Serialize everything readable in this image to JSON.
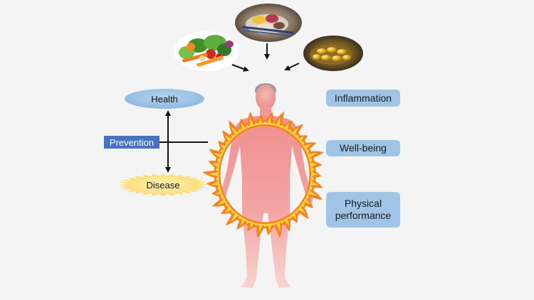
{
  "labels": {
    "health": "Health",
    "disease": "Disease",
    "prevention": "Prevention",
    "inflammation": "Inflammation",
    "wellbeing": "Well-being",
    "physical_line1": "Physical",
    "physical_line2": "performance"
  },
  "images": [
    {
      "name": "vegetables-image",
      "depicts": "vegetables"
    },
    {
      "name": "food-plate-image",
      "depicts": "food on plate"
    },
    {
      "name": "capsules-image",
      "depicts": "supplement capsules"
    }
  ],
  "figure": {
    "name": "human-body-figure",
    "overlay": "ring of fire"
  },
  "colors": {
    "background": "#f4f4f4",
    "box_fill": "#9fc4e6",
    "prevention_fill": "#4472c4",
    "health_ellipse": "#9fc4e6",
    "disease_burst": "#fde38c",
    "body_skin": "#f2a0a0",
    "flame_outer": "#f5821f",
    "flame_inner": "#ffd23f"
  }
}
